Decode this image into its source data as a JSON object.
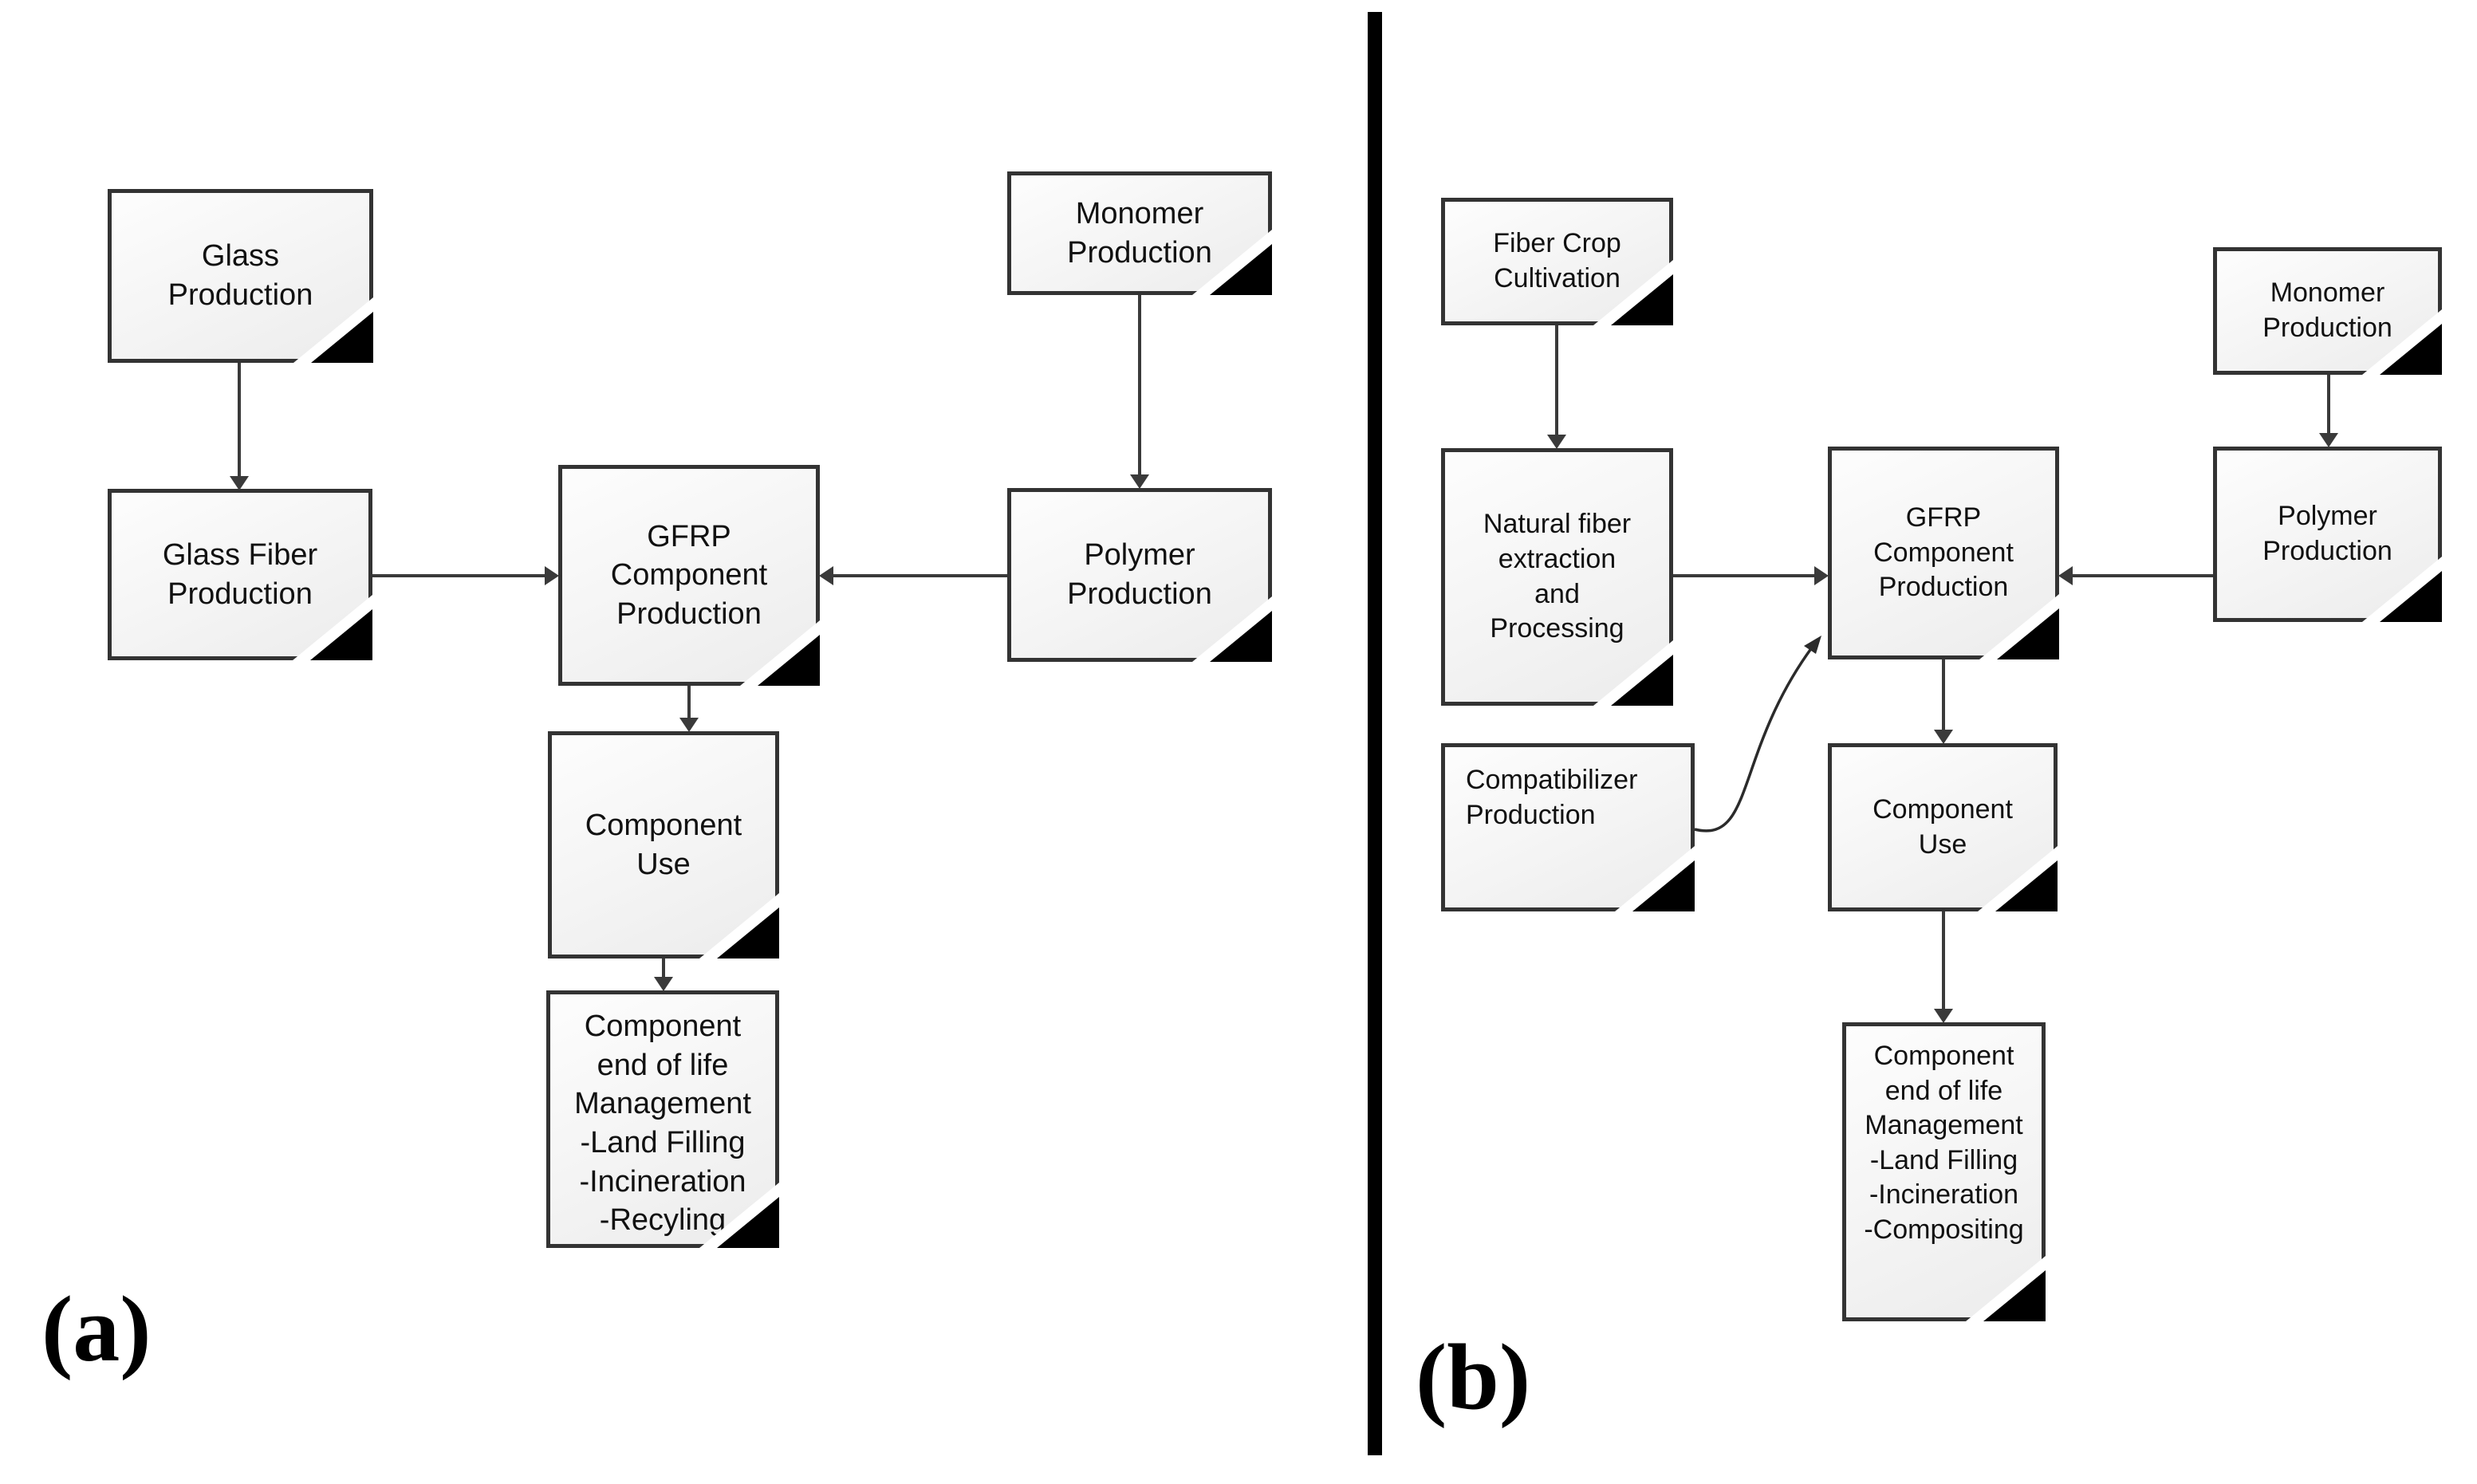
{
  "colors": {
    "box_fill": "#f4f4f4",
    "box_border": "#333333",
    "fold": "#000000",
    "arrow": "#3a3a3a",
    "divider": "#000000",
    "text": "#111111"
  },
  "panel_a": {
    "label": "(a)",
    "nodes": {
      "glass_production": "Glass\nProduction",
      "monomer_production": "Monomer\nProduction",
      "glass_fiber_production": "Glass Fiber\nProduction",
      "gfrp_component_production": "GFRP\nComponent\nProduction",
      "polymer_production": "Polymer\nProduction",
      "component_use": "Component\nUse",
      "component_end_of_life": "Component\nend of life\nManagement\n-Land Filling\n-Incineration\n-Recyling"
    }
  },
  "panel_b": {
    "label": "(b)",
    "nodes": {
      "fiber_crop_cultivation": "Fiber Crop\nCultivation",
      "monomer_production": "Monomer\nProduction",
      "natural_fiber_extraction": "Natural fiber\nextraction\nand\nProcessing",
      "gfrp_component_production": "GFRP\nComponent\nProduction",
      "polymer_production": "Polymer\nProduction",
      "compatibilizer_production": "Compatibilizer\nProduction",
      "component_use": "Component\nUse",
      "component_end_of_life": "Component\nend of life\nManagement\n-Land Filling\n-Incineration\n-Compositing"
    }
  }
}
